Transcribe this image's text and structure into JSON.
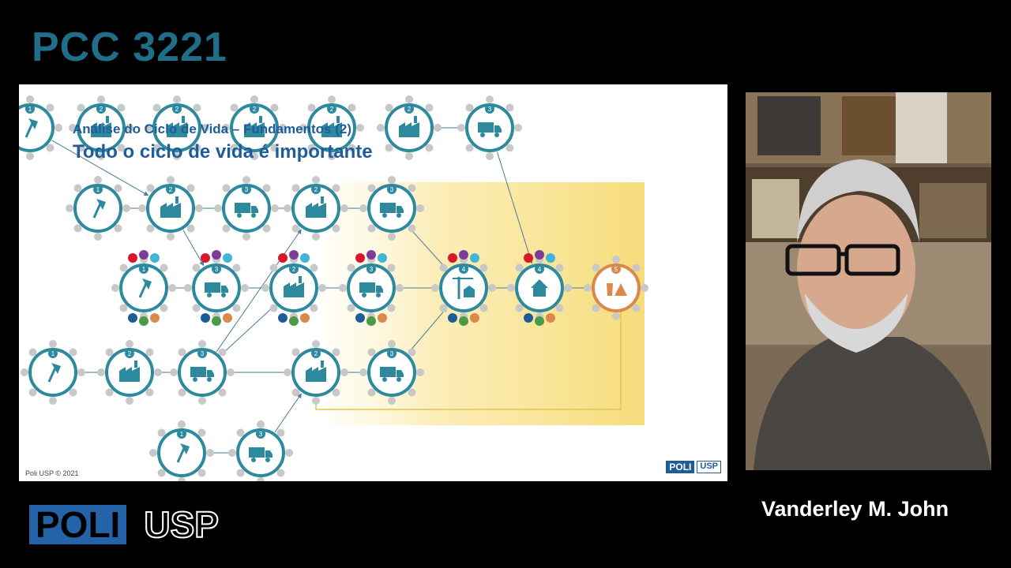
{
  "course_code": "PCC 3221",
  "slide": {
    "title": "Análise do Ciclo de Vida – Fundamentos (2)",
    "subtitle": "Todo o ciclo de vida é importante",
    "copyright": "Poli USP © 2021",
    "logo_poli": "POLI",
    "logo_usp": "USP"
  },
  "colors": {
    "accent": "#1f6f8b",
    "teal": "#2d8a9e",
    "highlight": "#f6dc7a",
    "disposal": "#d9894a"
  },
  "nodes": [
    {
      "row": 0,
      "icon": "axe-icon",
      "stage": "1"
    },
    {
      "row": 0,
      "icon": "factory-icon",
      "stage": "2"
    },
    {
      "row": 0,
      "icon": "factory-icon",
      "stage": "2"
    },
    {
      "row": 0,
      "icon": "factory-icon",
      "stage": "2"
    },
    {
      "row": 0,
      "icon": "factory-icon",
      "stage": "2"
    },
    {
      "row": 0,
      "icon": "factory-icon",
      "stage": "2"
    },
    {
      "row": 0,
      "icon": "truck-icon",
      "stage": "3"
    },
    {
      "row": 1,
      "icon": "axe-icon",
      "stage": "1"
    },
    {
      "row": 1,
      "icon": "factory-icon",
      "stage": "2"
    },
    {
      "row": 1,
      "icon": "truck-icon",
      "stage": "3"
    },
    {
      "row": 1,
      "icon": "factory-icon",
      "stage": "2"
    },
    {
      "row": 1,
      "icon": "truck-icon",
      "stage": "3"
    },
    {
      "row": 2,
      "icon": "axe-icon",
      "stage": "1"
    },
    {
      "row": 2,
      "icon": "truck-icon",
      "stage": "3"
    },
    {
      "row": 2,
      "icon": "factory-icon",
      "stage": "2"
    },
    {
      "row": 2,
      "icon": "truck-icon",
      "stage": "3"
    },
    {
      "row": 2,
      "icon": "construction-icon",
      "stage": "4"
    },
    {
      "row": 2,
      "icon": "house-icon",
      "stage": "4"
    },
    {
      "row": 2,
      "icon": "disposal-icon",
      "stage": "5"
    },
    {
      "row": 3,
      "icon": "axe-icon",
      "stage": "1"
    },
    {
      "row": 3,
      "icon": "factory-icon",
      "stage": "2"
    },
    {
      "row": 3,
      "icon": "truck-icon",
      "stage": "3"
    },
    {
      "row": 3,
      "icon": "factory-icon",
      "stage": "2"
    },
    {
      "row": 3,
      "icon": "truck-icon",
      "stage": "3"
    },
    {
      "row": 4,
      "icon": "axe-icon",
      "stage": "1"
    },
    {
      "row": 4,
      "icon": "truck-icon",
      "stage": "3"
    }
  ],
  "presenter": {
    "name": "Vanderley M. John"
  },
  "footer_logo": {
    "poli": "POLI",
    "usp": "USP"
  }
}
